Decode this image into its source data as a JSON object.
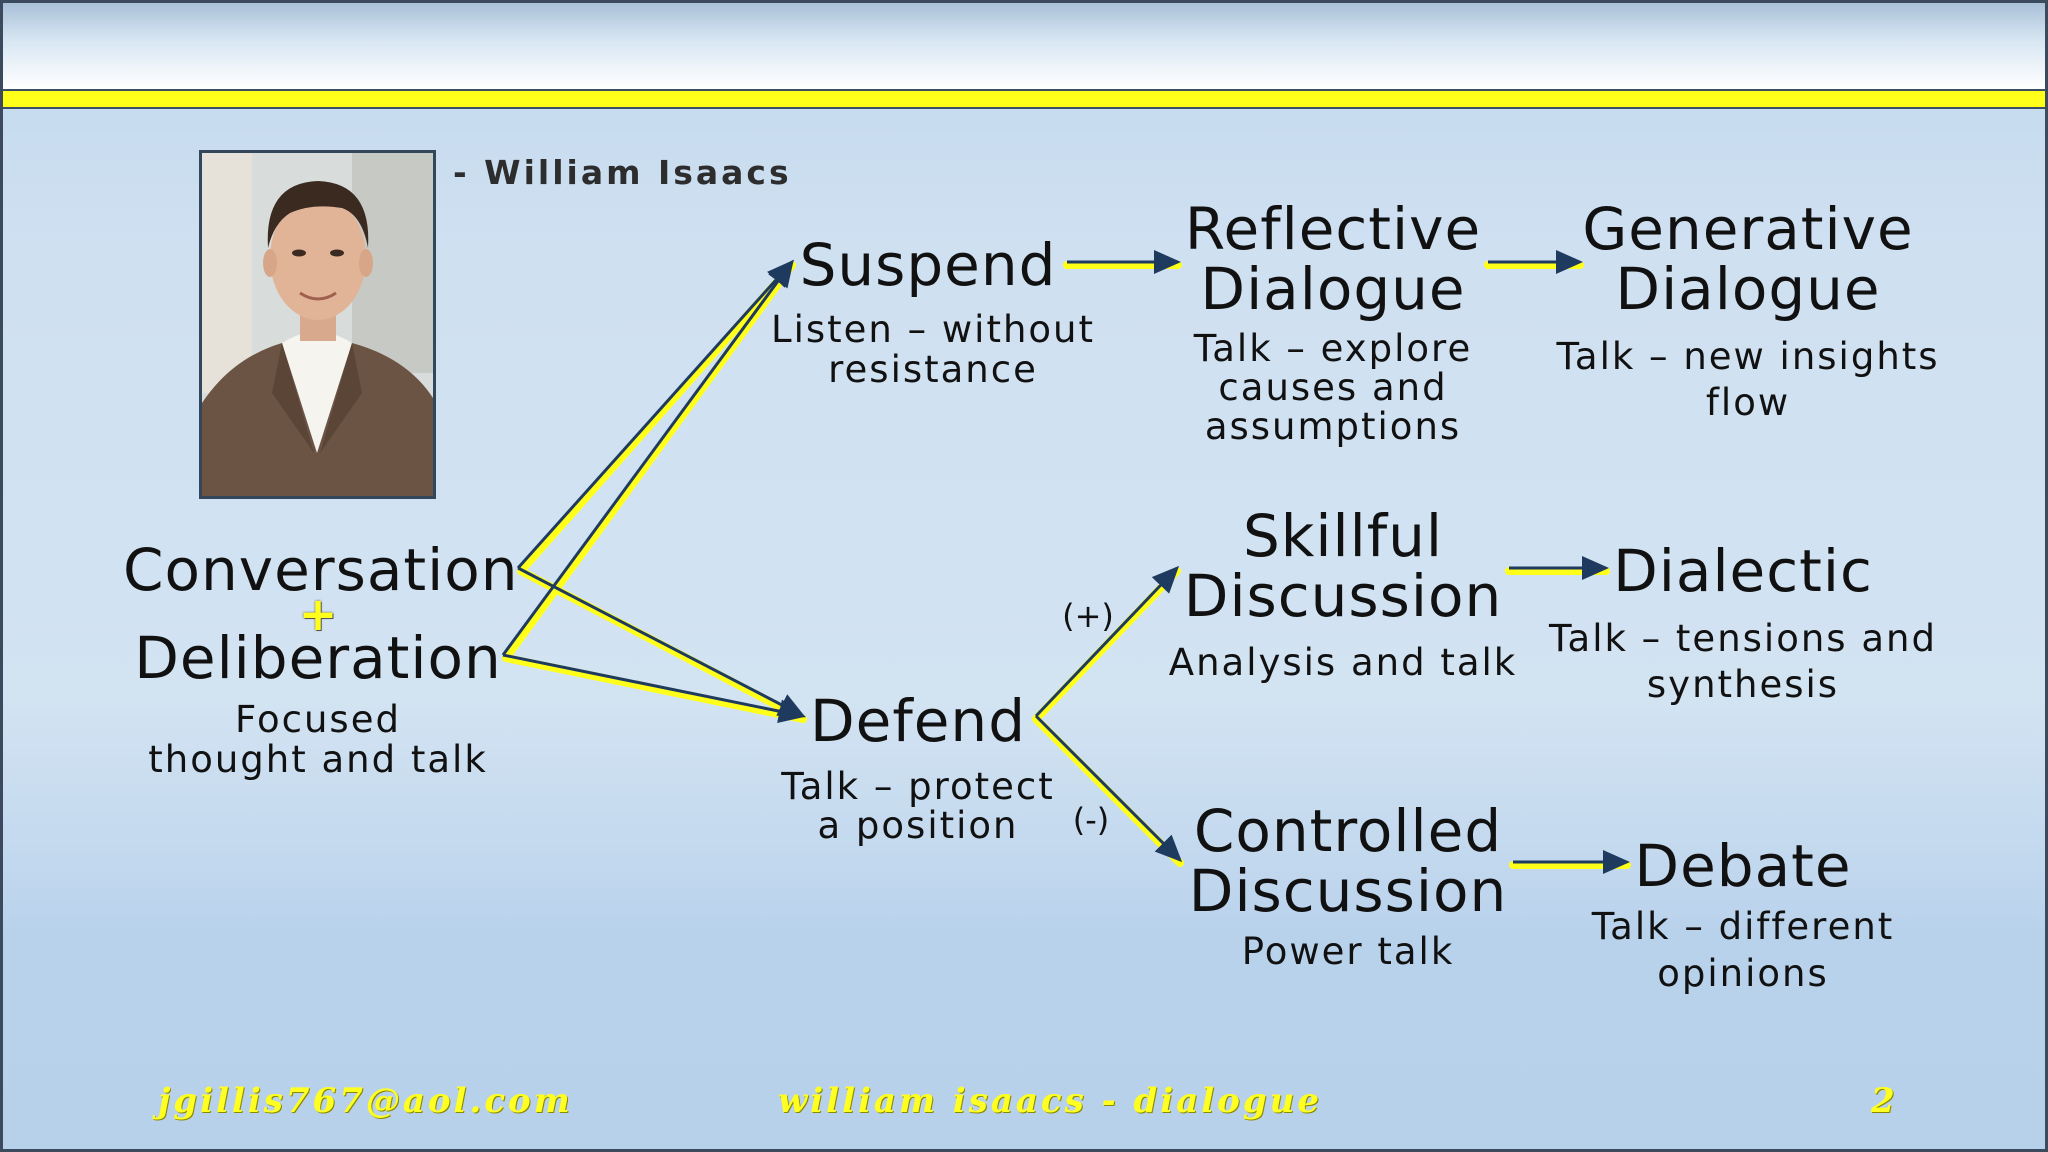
{
  "author": "- William Isaacs",
  "nodes": {
    "conversation": {
      "title": "Conversation",
      "plus": "+",
      "title2": "Deliberation",
      "sub1": "Focused",
      "sub2": "thought and talk"
    },
    "suspend": {
      "title": "Suspend",
      "sub1": "Listen – without",
      "sub2": "resistance"
    },
    "defend": {
      "title": "Defend",
      "sub1": "Talk – protect",
      "sub2": "a position"
    },
    "reflective": {
      "title1": "Reflective",
      "title2": "Dialogue",
      "sub1": "Talk – explore",
      "sub2": "causes and",
      "sub3": "assumptions"
    },
    "generative": {
      "title1": "Generative",
      "title2": "Dialogue",
      "sub1": "Talk – new insights",
      "sub2": "flow"
    },
    "skillful": {
      "title1": "Skillful",
      "title2": "Discussion",
      "sub1": "Analysis and talk"
    },
    "dialectic": {
      "title": "Dialectic",
      "sub1": "Talk – tensions and",
      "sub2": "synthesis"
    },
    "controlled": {
      "title1": "Controlled",
      "title2": "Discussion",
      "sub1": "Power talk"
    },
    "debate": {
      "title": "Debate",
      "sub1": "Talk – different",
      "sub2": "opinions"
    }
  },
  "branch_labels": {
    "positive": "(+)",
    "negative": "(-)"
  },
  "footer": {
    "email": "jgillis767@aol.com",
    "title": "william isaacs - dialogue",
    "page": "2"
  },
  "colors": {
    "accent_yellow": "#ffff1a",
    "arrow_navy": "#1f3a5f",
    "footer_yellow": "#ffff22"
  }
}
